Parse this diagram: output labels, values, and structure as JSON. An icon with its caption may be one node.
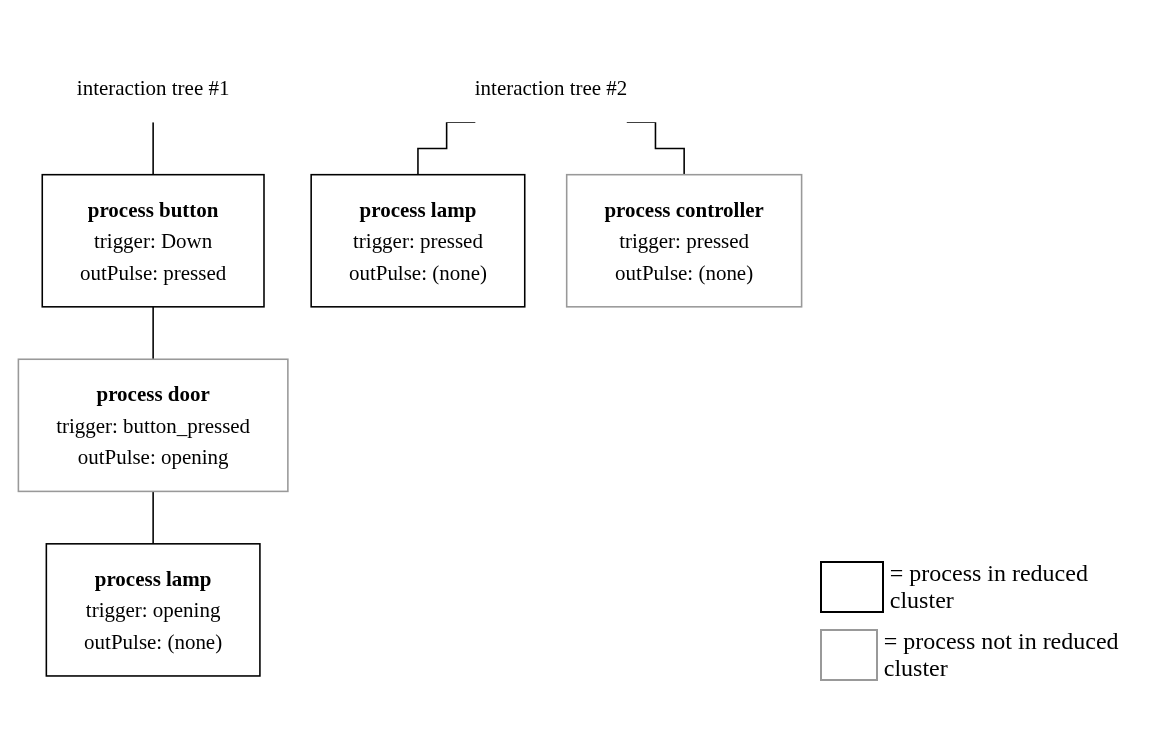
{
  "diagram": {
    "nodes": [
      {
        "text": [
          "interaction tree #1"
        ]
      },
      {
        "text": [
          "interaction tree #2"
        ]
      },
      {
        "text": [
          "process button",
          "trigger: Down",
          "outPulse: pressed"
        ]
      },
      {
        "text": [
          "process lamp",
          "trigger: pressed",
          "outPulse: (none)"
        ]
      },
      {
        "text": [
          "process controller",
          "trigger: pressed",
          "outPulse: (none)"
        ]
      },
      {
        "text": [
          "process door",
          "trigger: button_pressed",
          "outPulse: opening"
        ]
      },
      {
        "text": [
          "process lamp",
          "trigger: opening",
          "outPulse: (none)"
        ]
      }
    ],
    "edges": [
      {
        "from": 0,
        "to": 2,
        "arrow": "none"
      },
      {
        "from": 1,
        "to": 3,
        "arrow": "none"
      },
      {
        "from": 1,
        "to": 4,
        "arrow": "none"
      },
      {
        "from": 2,
        "to": 5,
        "arrow": "none"
      },
      {
        "from": 5,
        "to": 6,
        "arrow": "none"
      }
    ],
    "legend": [
      {
        "text": "= process in reduced cluster"
      },
      {
        "text": "= process not in reduced cluster"
      }
    ]
  }
}
